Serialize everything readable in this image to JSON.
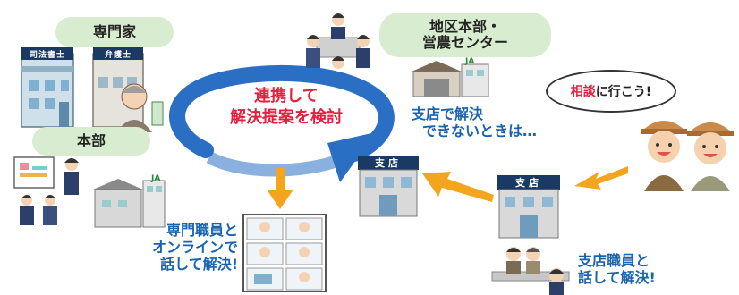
{
  "labels": {
    "experts": "専門家",
    "scrivener_sign": "司法書士",
    "lawyer_sign": "弁護士",
    "headquarters": "本部",
    "district_office_line1": "地区本部・",
    "district_office_line2": "営農センター",
    "ja_mark": "JA"
  },
  "center": {
    "line1": "連携して",
    "line2": "解決提案を検討"
  },
  "branch": {
    "sign_left": "支店",
    "sign_right": "支店",
    "cannot_solve_line1": "支店で解決",
    "cannot_solve_line2": "できないときは…"
  },
  "speech": {
    "highlight": "相談",
    "rest": "に行こう!"
  },
  "online": {
    "line1": "専門職員と",
    "line2": "オンラインで",
    "line3": "話して解決!"
  },
  "staff": {
    "line1": "支店職員と",
    "line2": "話して解決!"
  },
  "colors": {
    "pill_green": "#d8ecd0",
    "cycle_blue": "#2a6fc4",
    "arrow_orange": "#f2a51d",
    "accent_red": "#e4203f",
    "text_blue": "#1a63b0"
  }
}
